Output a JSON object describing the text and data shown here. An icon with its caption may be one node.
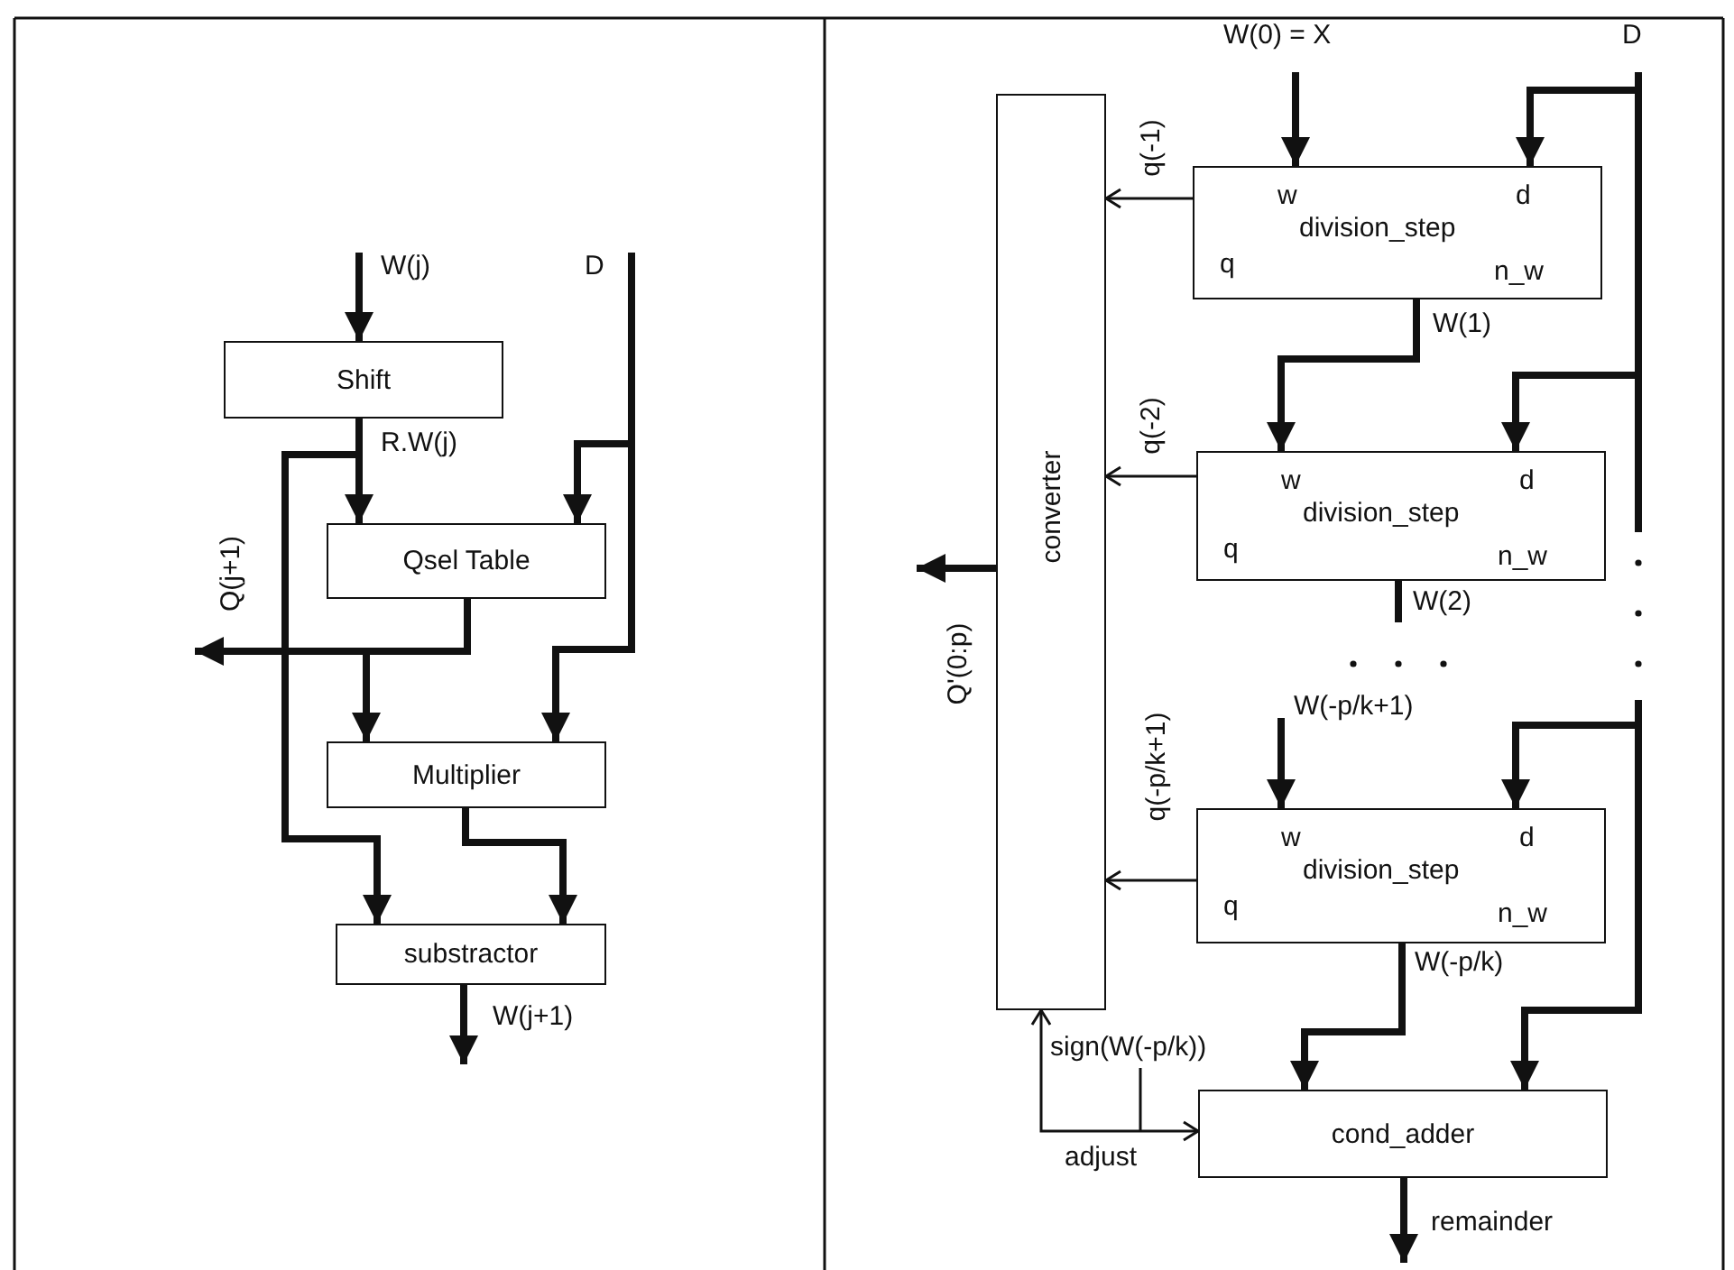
{
  "diagram": {
    "nodes": [
      {
        "text": [
          "Shift"
        ]
      },
      {
        "text": [
          "Qsel Table"
        ]
      },
      {
        "text": [
          "Multiplier"
        ]
      },
      {
        "text": [
          "substractor"
        ]
      },
      {
        "text": [
          "converter"
        ]
      },
      {
        "text": [
          "w",
          "d",
          "division_step",
          "q",
          "n_w"
        ]
      },
      {
        "text": [
          "w",
          "d",
          "division_step",
          "q",
          "n_w"
        ]
      },
      {
        "text": [
          "w",
          "d",
          "division_step",
          "q",
          "n_w"
        ]
      },
      {
        "text": [
          "cond_adder"
        ]
      }
    ],
    "edges": [
      {
        "from": null,
        "to": 0,
        "arrow": "to",
        "label": "W(j)"
      },
      {
        "from": 0,
        "to": 1,
        "arrow": "to",
        "label": "R.W(j)"
      },
      {
        "from": 0,
        "to": 3,
        "arrow": "to"
      },
      {
        "from": null,
        "to": 1,
        "arrow": "to",
        "label": "D"
      },
      {
        "from": null,
        "to": 2,
        "arrow": "to"
      },
      {
        "from": 1,
        "to": 2,
        "arrow": "to"
      },
      {
        "from": 1,
        "to": null,
        "arrow": "to",
        "label": "Q(j+1)"
      },
      {
        "from": 2,
        "to": 3,
        "arrow": "to"
      },
      {
        "from": 3,
        "to": null,
        "arrow": "to",
        "label": "W(j+1)"
      },
      {
        "from": null,
        "to": 5,
        "arrow": "to",
        "label": "W(0) = X"
      },
      {
        "from": null,
        "to": 5,
        "arrow": "to",
        "label": "D"
      },
      {
        "from": null,
        "to": 6,
        "arrow": "to"
      },
      {
        "from": null,
        "to": 7,
        "arrow": "to"
      },
      {
        "from": null,
        "to": 8,
        "arrow": "to"
      },
      {
        "from": 5,
        "to": 4,
        "arrow": "to",
        "label": "q(-1)"
      },
      {
        "from": 5,
        "to": 6,
        "arrow": "to",
        "label": "W(1)"
      },
      {
        "from": 6,
        "to": 4,
        "arrow": "to",
        "label": "q(-2)"
      },
      {
        "from": 6,
        "to": null,
        "arrow": "none",
        "label": "W(2)"
      },
      {
        "from": null,
        "to": 7,
        "arrow": "to",
        "label": "W(-p/k+1)"
      },
      {
        "from": 7,
        "to": 4,
        "arrow": "to",
        "label": "q(-p/k+1)"
      },
      {
        "from": 7,
        "to": 8,
        "arrow": "to",
        "label": "W(-p/k)"
      },
      {
        "from": 4,
        "to": 8,
        "arrow": "both",
        "label": "adjust"
      },
      {
        "from": 8,
        "to": null,
        "arrow": "to",
        "label": "remainder"
      },
      {
        "from": 4,
        "to": null,
        "arrow": "to",
        "label": "Q'(0:p)"
      }
    ],
    "labels": [
      "sign(W(-p/k))"
    ]
  }
}
